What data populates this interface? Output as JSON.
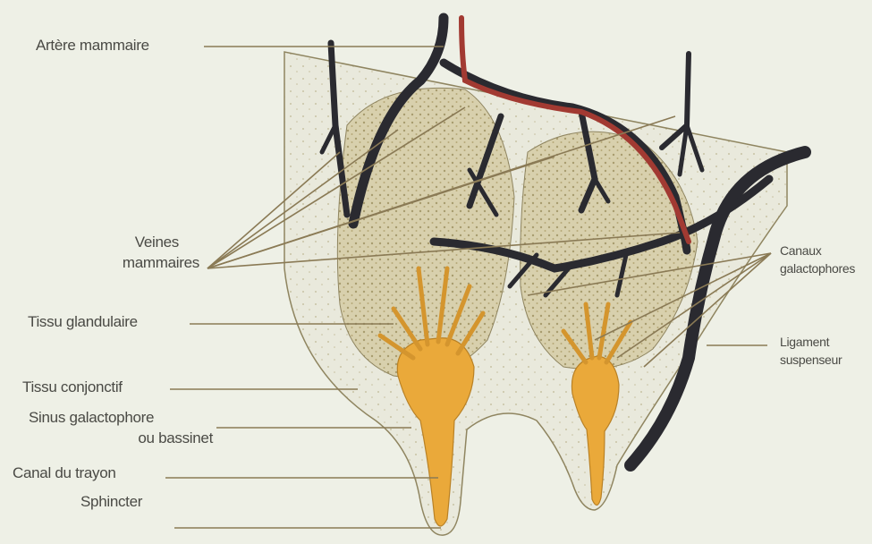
{
  "labels": {
    "artere": "Artère mammaire",
    "veines_1": "Veines",
    "veines_2": "mammaires",
    "tissu_glandulaire": "Tissu glandulaire",
    "tissu_conjonctif": "Tissu conjonctif",
    "sinus_1": "Sinus galactophore",
    "sinus_2": "ou bassinet",
    "canal": "Canal du trayon",
    "sphincter": "Sphincter",
    "canaux_1": "Canaux",
    "canaux_2": "galactophores",
    "ligament_1": "Ligament",
    "ligament_2": "suspenseur"
  },
  "colors": {
    "background": "#eef0e6",
    "vein": "#2a2a30",
    "artery": "#a23a32",
    "gland": "#cfc5a0",
    "milk": "#eaa93a",
    "leader": "#8a7a55"
  }
}
